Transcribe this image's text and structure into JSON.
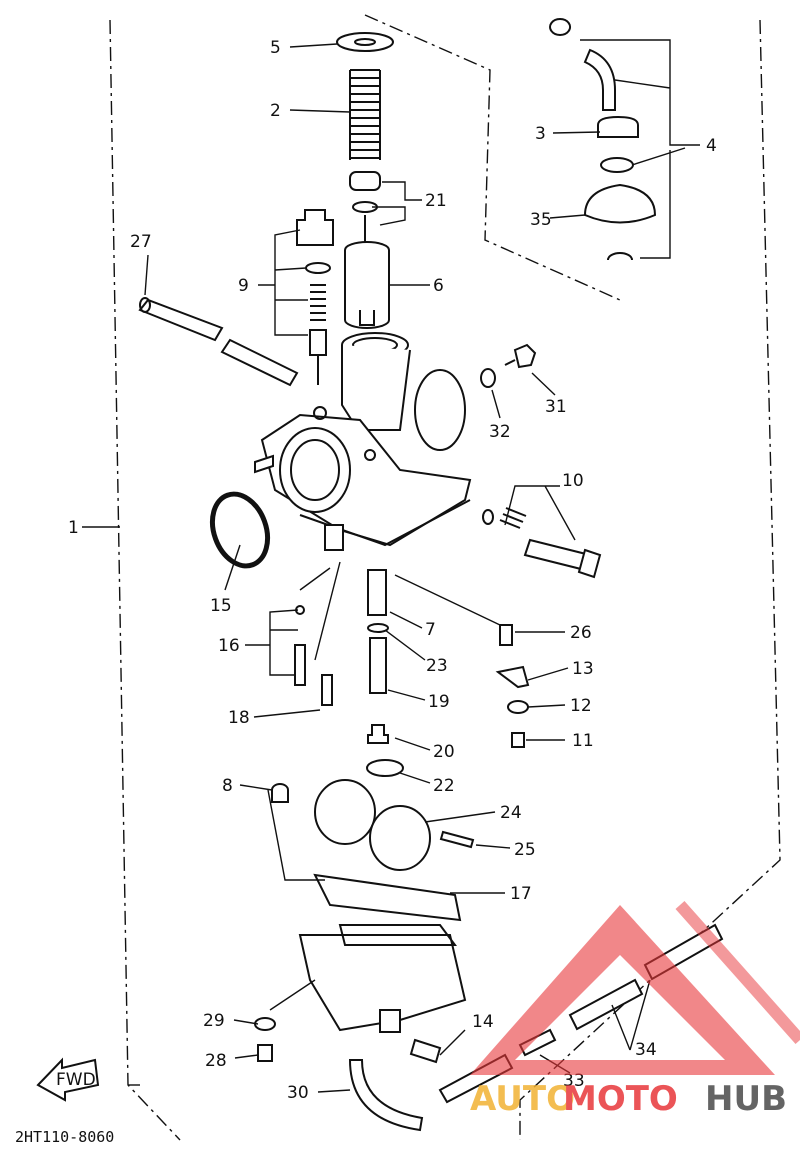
{
  "diagram": {
    "part_labels": [
      "1",
      "2",
      "3",
      "4",
      "5",
      "6",
      "7",
      "8",
      "9",
      "10",
      "11",
      "12",
      "13",
      "14",
      "15",
      "16",
      "17",
      "18",
      "19",
      "20",
      "21",
      "22",
      "23",
      "24",
      "25",
      "26",
      "27",
      "28",
      "29",
      "30",
      "31",
      "32",
      "33",
      "34",
      "35"
    ],
    "drawing_code": "2HT110-8060",
    "fwd_label": "FWD"
  },
  "watermark": {
    "text_a": "AUTO",
    "text_b": "MOTO",
    "text_c": "HUB",
    "color_a": "#f2b233",
    "color_b": "#e8373a",
    "color_c": "#4a4a4a",
    "triangle_color": "#e8373a"
  }
}
